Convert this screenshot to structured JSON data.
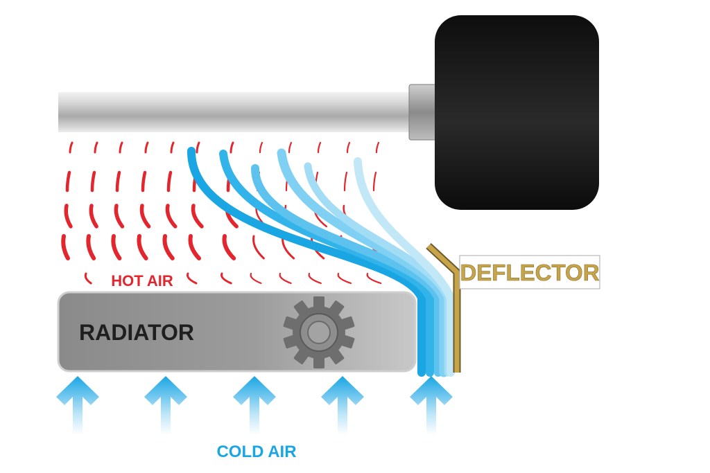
{
  "labels": {
    "hot_air": "HOT AIR",
    "radiator": "RADIATOR",
    "deflector": "DEFLECTOR",
    "cold_air": "COLD AIR"
  },
  "colors": {
    "hot_air": "#e3262d",
    "cold_air": "#1aa5e3",
    "deflector": "#c7a44a",
    "radiator_text": "#1f1f1f",
    "tire": "#161616",
    "pipe": "#c9c9c9"
  },
  "icons": {
    "radiator": "gear-icon",
    "deflector": "deflector-plate",
    "arrows": "arrow-up-icon"
  }
}
